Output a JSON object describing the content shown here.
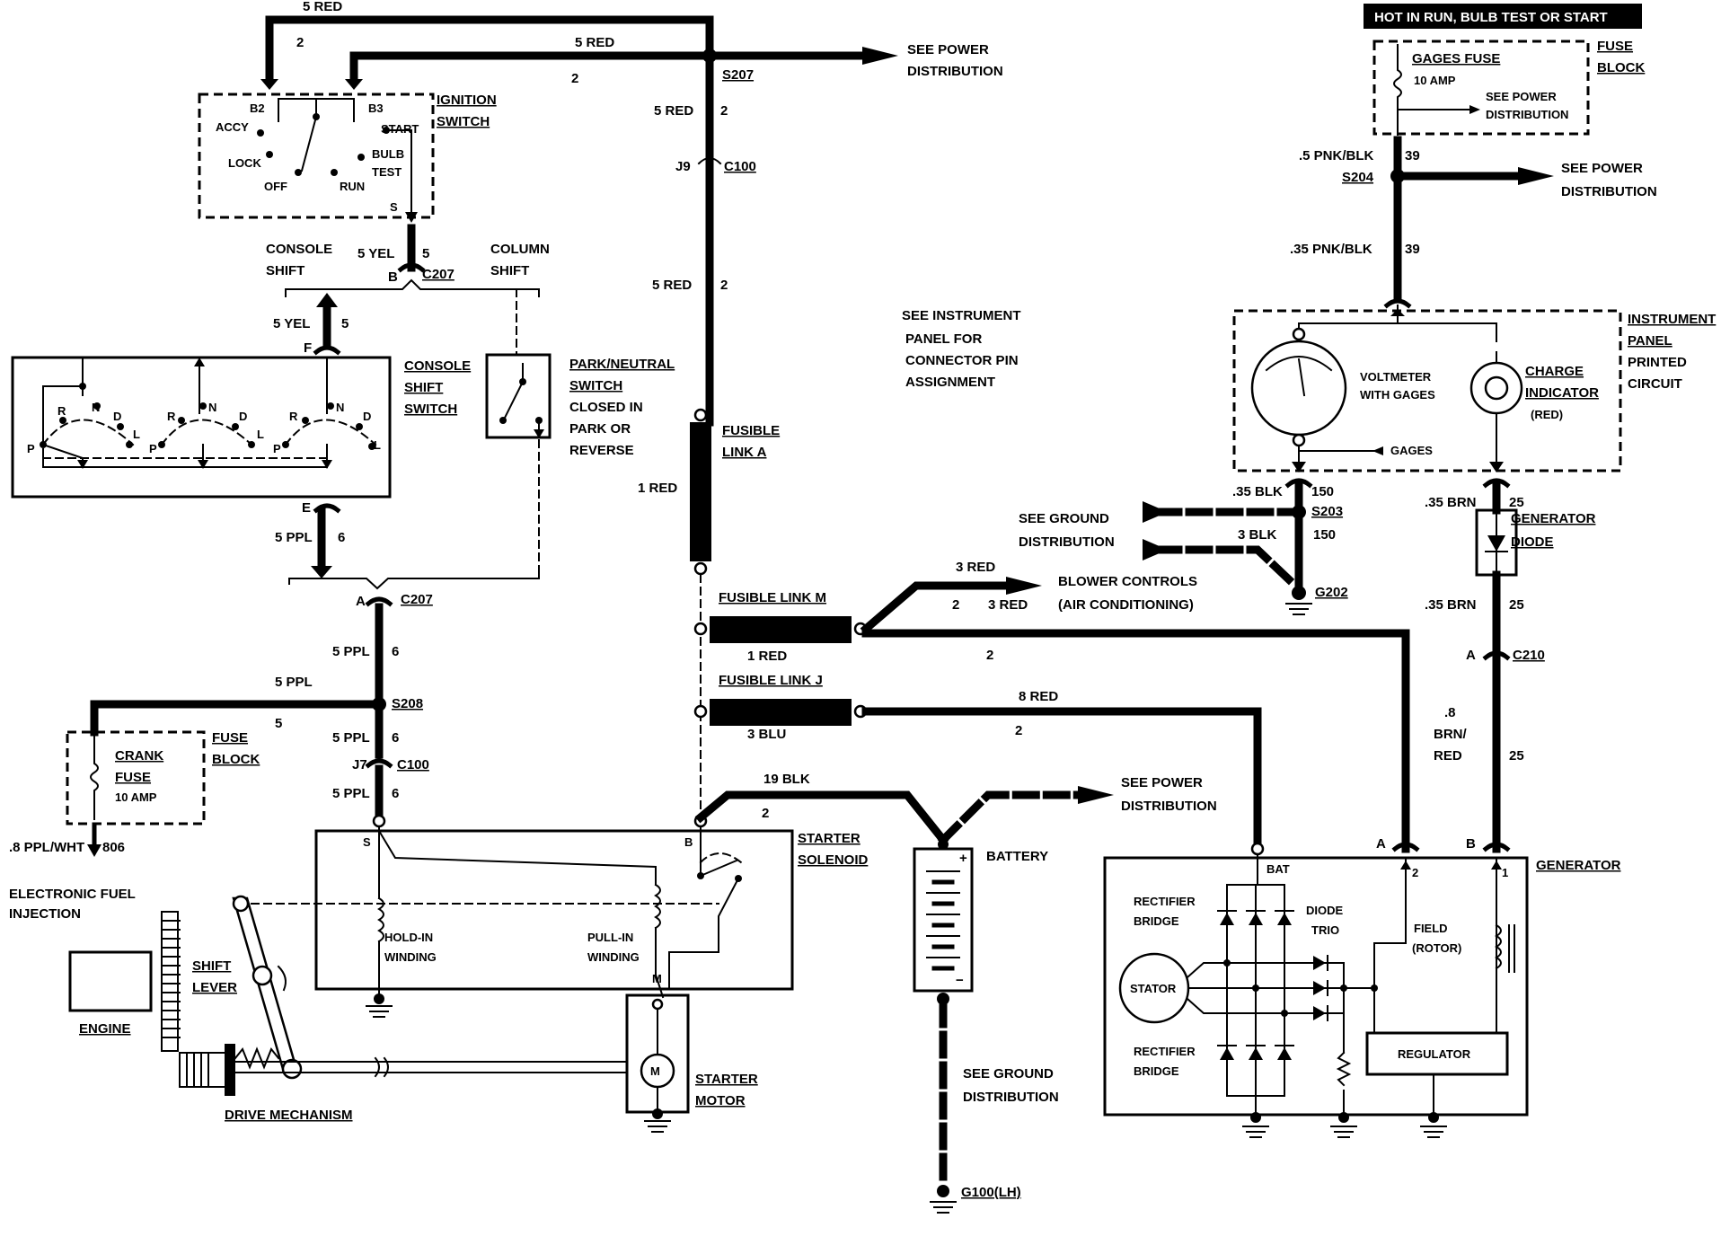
{
  "labels": {
    "hot_in_run": "HOT IN RUN, BULB TEST OR START",
    "fuse_block_1": "FUSE",
    "fuse_block_2": "BLOCK",
    "gages_fuse": "GAGES FUSE",
    "gages_amp": "10 AMP",
    "see_power_fuse_1": "SEE POWER",
    "see_power_fuse_2": "DISTRIBUTION",
    "w_5red_top": "5 RED",
    "w_2_topleft": "2",
    "w_5red_b3": "5 RED",
    "w_2_b3": "2",
    "s207": "S207",
    "see_power_s207_1": "SEE POWER",
    "see_power_s207_2": "DISTRIBUTION",
    "w_5red_s207": "5 RED",
    "w_2_s207": "2",
    "j9": "J9",
    "c100_top": "C100",
    "w_5red_mid": "5 RED",
    "w_2_mid": "2",
    "fusible_link_a_1": "FUSIBLE",
    "fusible_link_a_2": "LINK A",
    "w_1red_a": "1 RED",
    "ignition_1": "IGNITION",
    "ignition_2": "SWITCH",
    "b2": "B2",
    "b3": "B3",
    "accy": "ACCY",
    "lock": "LOCK",
    "off": "OFF",
    "run": "RUN",
    "start": "START",
    "bulb": "BULB",
    "test": "TEST",
    "s_term": "S",
    "console_shift_1": "CONSOLE",
    "console_shift_2": "SHIFT",
    "w_5yel_c207": "5 YEL",
    "w_5_c207": "5",
    "b_c207": "B",
    "c207_top": "C207",
    "column_shift_1": "COLUMN",
    "column_shift_2": "SHIFT",
    "w_5yel_f": "5 YEL",
    "w_5_f": "5",
    "f_term": "F",
    "console_switch_1": "CONSOLE",
    "console_switch_2": "SHIFT",
    "console_switch_3": "SWITCH",
    "prnd_p": "P",
    "prnd_r": "R",
    "prnd_n": "N",
    "prnd_d": "D",
    "prnd_l": "L",
    "park_neutral_1": "PARK/NEUTRAL",
    "park_neutral_2": "SWITCH",
    "park_neutral_3": "CLOSED IN",
    "park_neutral_4": "PARK OR",
    "park_neutral_5": "REVERSE",
    "e_term": "E",
    "w_5ppl_e": "5 PPL",
    "w_6_e": "6",
    "a_c207": "A",
    "c207_bottom": "C207",
    "w_5ppl_s208": "5 PPL",
    "w_6_s208": "6",
    "w_5ppl_left": "5 PPL",
    "w_5_left": "5",
    "s208": "S208",
    "w_5ppl_c100": "5 PPL",
    "w_6_c100": "6",
    "j7": "J7",
    "c100_bottom": "C100",
    "w_5ppl_s": "5 PPL",
    "w_6_s": "6",
    "fuse_block_crank_1": "FUSE",
    "fuse_block_crank_2": "BLOCK",
    "crank": "CRANK",
    "crank_fuse": "FUSE",
    "crank_amp": "10 AMP",
    "w_8pplwht": ".8 PPL/WHT",
    "w_806": "806",
    "efi_1": "ELECTRONIC FUEL",
    "efi_2": "INJECTION",
    "see_instr_1": "SEE INSTRUMENT",
    "see_instr_2": "PANEL FOR",
    "see_instr_3": "CONNECTOR PIN",
    "see_instr_4": "ASSIGNMENT",
    "fusible_link_m": "FUSIBLE LINK M",
    "w_1red_m": "1 RED",
    "w_3red_top": "3 RED",
    "w_2_blower": "2",
    "w_3red_bottom": "3 RED",
    "blower_1": "BLOWER CONTROLS",
    "blower_2": "(AIR CONDITIONING)",
    "w_2_m": "2",
    "fusible_link_j": "FUSIBLE LINK J",
    "w_3blu": "3 BLU",
    "w_8red": "8 RED",
    "w_2_j": "2",
    "w_19blk": "19 BLK",
    "w_2_19blk": "2",
    "see_power_batt_1": "SEE POWER",
    "see_power_batt_2": "DISTRIBUTION",
    "starter_solenoid_1": "STARTER",
    "starter_solenoid_2": "SOLENOID",
    "b_sol": "B",
    "s_sol": "S",
    "m_sol": "M",
    "hold_in_1": "HOLD-IN",
    "hold_in_2": "WINDING",
    "pull_in_1": "PULL-IN",
    "pull_in_2": "WINDING",
    "battery": "BATTERY",
    "see_ground_batt_1": "SEE GROUND",
    "see_ground_batt_2": "DISTRIBUTION",
    "g100": "G100(LH)",
    "starter_motor_1": "STARTER",
    "starter_motor_2": "MOTOR",
    "motor_m": "M",
    "engine": "ENGINE",
    "shift_lever_1": "SHIFT",
    "shift_lever_2": "LEVER",
    "drive_mech": "DRIVE MECHANISM",
    "w_5pnkblk": ".5 PNK/BLK",
    "w_39_top": "39",
    "s204": "S204",
    "see_power_s204_1": "SEE POWER",
    "see_power_s204_2": "DISTRIBUTION",
    "w_35pnkblk": ".35 PNK/BLK",
    "w_39_bottom": "39",
    "instr_panel_1": "INSTRUMENT",
    "instr_panel_2": "PANEL",
    "instr_panel_3": "PRINTED",
    "instr_panel_4": "CIRCUIT",
    "voltmeter_1": "VOLTMETER",
    "voltmeter_2": "WITH GAGES",
    "charge_1": "CHARGE",
    "charge_2": "INDICATOR",
    "charge_3": "(RED)",
    "gages": "GAGES",
    "w_35blk": ".35 BLK",
    "w_150_top": "150",
    "s203": "S203",
    "see_ground_1": "SEE GROUND",
    "see_ground_2": "DISTRIBUTION",
    "w_3blk": "3 BLK",
    "w_150_bottom": "150",
    "g202": "G202",
    "w_35brn_top": ".35 BRN",
    "w_25_top": "25",
    "gen_diode_1": "GENERATOR",
    "gen_diode_2": "DIODE",
    "w_35brn_bottom": ".35 BRN",
    "w_25_mid": "25",
    "a_c210": "A",
    "c210": "C210",
    "w_8brnred_1": ".8",
    "w_8brnred_2": "BRN/",
    "w_8brnred_3": "RED",
    "w_25_bottom": "25",
    "gen_a": "A",
    "gen_b": "B",
    "gen_2": "2",
    "gen_1": "1",
    "generator": "GENERATOR",
    "bat": "BAT",
    "rect_bridge_top_1": "RECTIFIER",
    "rect_bridge_top_2": "BRIDGE",
    "diode_trio_1": "DIODE",
    "diode_trio_2": "TRIO",
    "stator": "STATOR",
    "field_1": "FIELD",
    "field_2": "(ROTOR)",
    "rect_bridge_bot_1": "RECTIFIER",
    "rect_bridge_bot_2": "BRIDGE",
    "regulator": "REGULATOR"
  }
}
